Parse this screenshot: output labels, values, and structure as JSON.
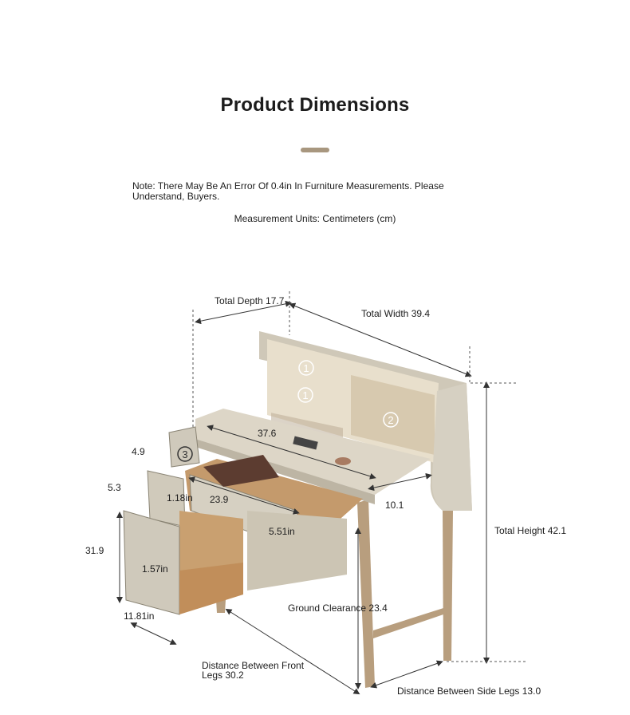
{
  "header": {
    "title": "Product Dimensions",
    "note": "Note: There May Be An Error Of 0.4in In Furniture Measurements. Please Understand, Buyers.",
    "units": "Measurement Units: Centimeters (cm)"
  },
  "dimensions": {
    "total_depth": "Total Depth 17.7",
    "total_width": "Total Width 39.4",
    "top_width": "37.6",
    "drawer_height_1": "4.9",
    "drawer_height_2": "5.3",
    "drawer_height_3": "31.9",
    "drawer_width": "23.9",
    "side_depth": "10.1",
    "total_height": "Total Height 42.1",
    "handle_1": "1.18in",
    "handle_2": "5.51in",
    "handle_3": "1.57in",
    "bottom_depth": "11.81in",
    "ground_clearance": "Ground Clearance 23.4",
    "front_legs": "Distance Between Front Legs 30.2",
    "side_legs": "Distance Between Side Legs 13.0"
  },
  "markers": [
    "1",
    "1",
    "2",
    "3"
  ],
  "colors": {
    "accent_bar": "#a8977f",
    "furniture_body": "#c9c3b4",
    "wood": "#c49a6c"
  }
}
